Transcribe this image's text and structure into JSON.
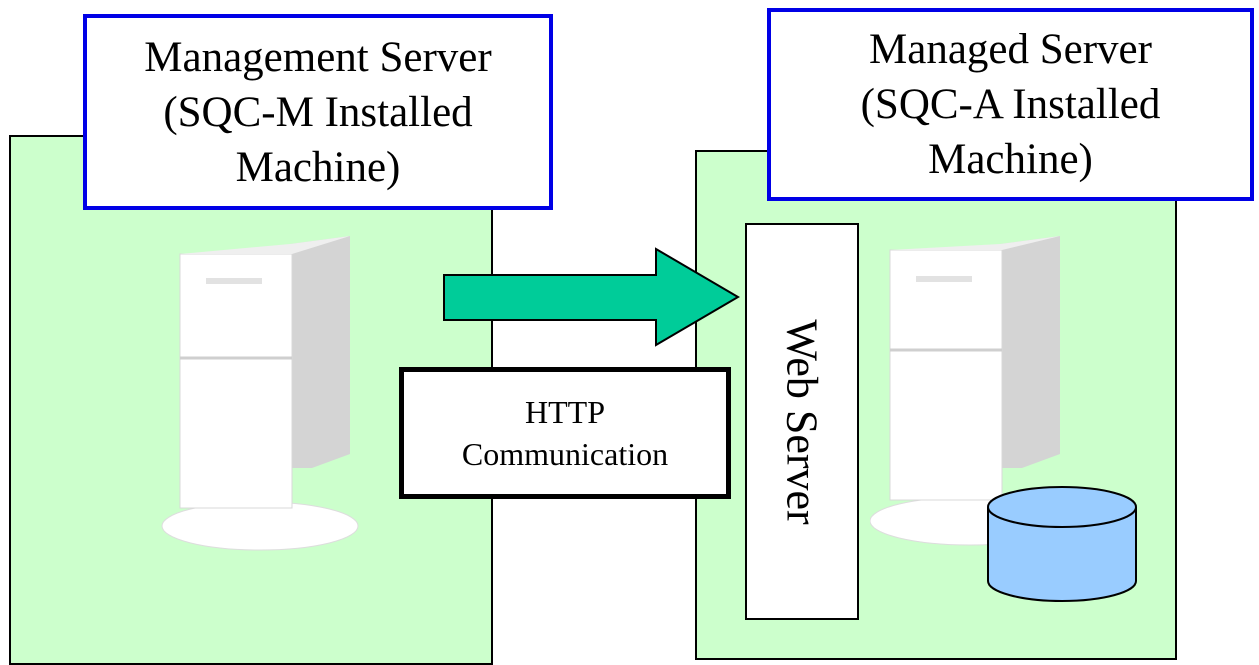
{
  "diagram": {
    "management_server": {
      "title": "Management Server\n(SQC-M Installed\nMachine)"
    },
    "managed_server": {
      "title": "Managed Server\n(SQC-A Installed\nMachine)",
      "component": "Web Server"
    },
    "connection": {
      "label": "HTTP\nCommunication",
      "direction": "management-to-managed"
    },
    "colors": {
      "zone_fill": "#ccffcc",
      "title_border": "#0000e6",
      "arrow_fill": "#00cc99",
      "database_fill": "#99ccff"
    }
  }
}
